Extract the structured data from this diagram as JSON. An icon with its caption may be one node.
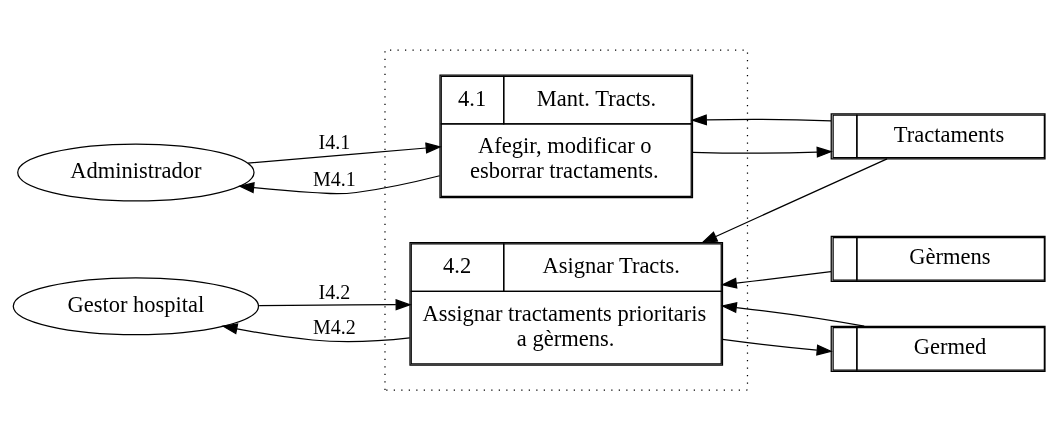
{
  "diagram": {
    "nodes": [
      {
        "text": [],
        "shape": "box"
      },
      {
        "text": [
          "Administrador"
        ]
      },
      {
        "text": [
          "4.1",
          "Mant. Tracts.",
          "Afegir, modificar o esborrar tractaments."
        ],
        "in": 0
      },
      {
        "text": [
          "Tractaments"
        ]
      },
      {
        "text": [
          "Gestor hospital"
        ]
      },
      {
        "text": [
          "4.2",
          "Asignar Tracts.",
          "Assignar tractaments prioritaris a gèrmens."
        ],
        "in": 0
      },
      {
        "text": [
          "Gèrmens"
        ]
      },
      {
        "text": [
          "Germed"
        ]
      }
    ],
    "edges": [
      {
        "from": 1,
        "to": 2,
        "arrow": "to",
        "label": "I4.1"
      },
      {
        "from": 2,
        "to": 1,
        "arrow": "to",
        "label": "M4.1"
      },
      {
        "from": 2,
        "to": 3,
        "arrow": "to"
      },
      {
        "from": 3,
        "to": 2,
        "arrow": "to"
      },
      {
        "from": 3,
        "to": 5,
        "arrow": "to"
      },
      {
        "from": 4,
        "to": 5,
        "arrow": "to",
        "label": "I4.2"
      },
      {
        "from": 6,
        "to": 5,
        "arrow": "to"
      },
      {
        "from": 5,
        "to": 4,
        "arrow": "to",
        "label": "M4.2"
      },
      {
        "from": 5,
        "to": 7,
        "arrow": "to"
      },
      {
        "from": 7,
        "to": 5,
        "arrow": "to"
      }
    ]
  }
}
